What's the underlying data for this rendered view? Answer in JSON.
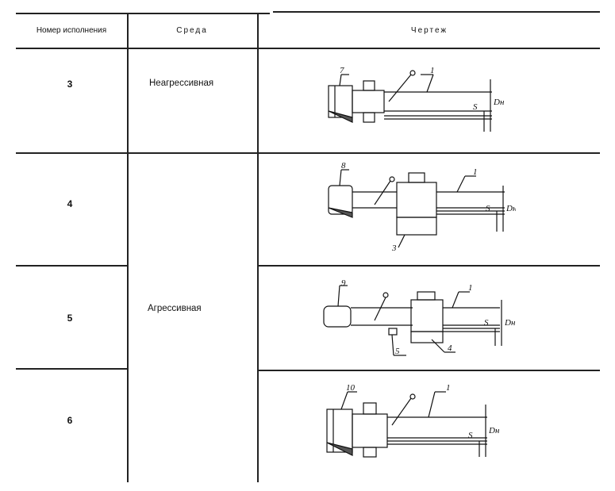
{
  "table": {
    "headers": {
      "number": "Номер исполнения",
      "medium": "Среда",
      "drawing": "Чертеж"
    },
    "rows": [
      {
        "number": "3",
        "medium": "Неагрессивная",
        "labels": {
          "fitting": "7",
          "pipe": "1",
          "s": "S",
          "dn": "Dн"
        }
      },
      {
        "number": "4",
        "medium": "Агрессивная",
        "labels": {
          "fitting": "8",
          "pipe": "1",
          "nut": "3",
          "s": "S",
          "dn": "Dн"
        }
      },
      {
        "number": "5",
        "medium": "",
        "labels": {
          "fitting": "9",
          "pipe": "1",
          "ring": "5",
          "nut": "4",
          "s": "S",
          "dn": "Dн"
        }
      },
      {
        "number": "6",
        "medium": "",
        "labels": {
          "fitting": "10",
          "pipe": "1",
          "s": "S",
          "dn": "Dн"
        }
      }
    ]
  }
}
